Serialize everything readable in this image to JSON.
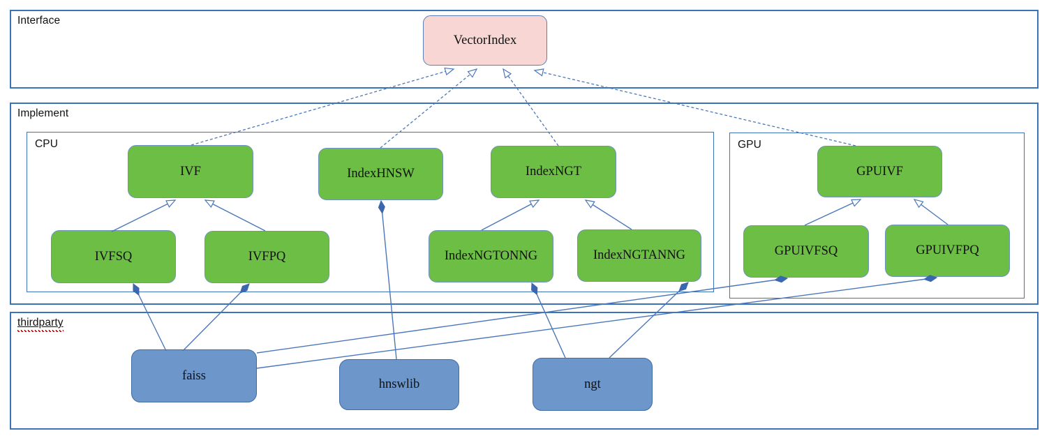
{
  "diagram": {
    "groups": {
      "interface": {
        "label": "Interface"
      },
      "implement": {
        "label": "Implement"
      },
      "cpu": {
        "label": "CPU"
      },
      "gpu": {
        "label": "GPU"
      },
      "thirdparty": {
        "label": "thirdparty",
        "has_spellcheck_underline": true
      }
    },
    "nodes": {
      "vectorindex": {
        "label": "VectorIndex",
        "layer": "interface"
      },
      "ivf": {
        "label": "IVF",
        "layer": "implement/cpu"
      },
      "indexhnsw": {
        "label": "IndexHNSW",
        "layer": "implement/cpu"
      },
      "indexngt": {
        "label": "IndexNGT",
        "layer": "implement/cpu"
      },
      "ivfsq": {
        "label": "IVFSQ",
        "layer": "implement/cpu"
      },
      "ivfpq": {
        "label": "IVFPQ",
        "layer": "implement/cpu"
      },
      "indexngtonng": {
        "label": "IndexNGTONNG",
        "layer": "implement/cpu"
      },
      "indexngtanng": {
        "label": "IndexNGTANNG",
        "layer": "implement/cpu"
      },
      "gpuivf": {
        "label": "GPUIVF",
        "layer": "implement/gpu"
      },
      "gpuivfsq": {
        "label": "GPUIVFSQ",
        "layer": "implement/gpu"
      },
      "gpuivfpq": {
        "label": "GPUIVFPQ",
        "layer": "implement/gpu"
      },
      "faiss": {
        "label": "faiss",
        "layer": "thirdparty"
      },
      "hnswlib": {
        "label": "hnswlib",
        "layer": "thirdparty"
      },
      "ngt": {
        "label": "ngt",
        "layer": "thirdparty"
      }
    },
    "edges": [
      {
        "from": "IVF",
        "to": "VectorIndex",
        "type": "realization",
        "line": "dashed",
        "head": "hollow-triangle"
      },
      {
        "from": "IndexHNSW",
        "to": "VectorIndex",
        "type": "realization",
        "line": "dashed",
        "head": "hollow-triangle"
      },
      {
        "from": "IndexNGT",
        "to": "VectorIndex",
        "type": "realization",
        "line": "dashed",
        "head": "hollow-triangle"
      },
      {
        "from": "GPUIVF",
        "to": "VectorIndex",
        "type": "realization",
        "line": "dashed",
        "head": "hollow-triangle"
      },
      {
        "from": "IVFSQ",
        "to": "IVF",
        "type": "generalization",
        "line": "solid",
        "head": "hollow-triangle"
      },
      {
        "from": "IVFPQ",
        "to": "IVF",
        "type": "generalization",
        "line": "solid",
        "head": "hollow-triangle"
      },
      {
        "from": "IndexNGTONNG",
        "to": "IndexNGT",
        "type": "generalization",
        "line": "solid",
        "head": "hollow-triangle"
      },
      {
        "from": "IndexNGTANNG",
        "to": "IndexNGT",
        "type": "generalization",
        "line": "solid",
        "head": "hollow-triangle"
      },
      {
        "from": "GPUIVFSQ",
        "to": "GPUIVF",
        "type": "generalization",
        "line": "solid",
        "head": "hollow-triangle"
      },
      {
        "from": "GPUIVFPQ",
        "to": "GPUIVF",
        "type": "generalization",
        "line": "solid",
        "head": "hollow-triangle"
      },
      {
        "from": "faiss",
        "to": "IVFSQ",
        "type": "composition",
        "line": "solid",
        "head": "filled-diamond"
      },
      {
        "from": "faiss",
        "to": "IVFPQ",
        "type": "composition",
        "line": "solid",
        "head": "filled-diamond"
      },
      {
        "from": "faiss",
        "to": "GPUIVFSQ",
        "type": "composition",
        "line": "solid",
        "head": "filled-diamond"
      },
      {
        "from": "faiss",
        "to": "GPUIVFPQ",
        "type": "composition",
        "line": "solid",
        "head": "filled-diamond"
      },
      {
        "from": "hnswlib",
        "to": "IndexHNSW",
        "type": "composition",
        "line": "solid",
        "head": "filled-diamond"
      },
      {
        "from": "ngt",
        "to": "IndexNGTONNG",
        "type": "composition",
        "line": "solid",
        "head": "filled-diamond"
      },
      {
        "from": "ngt",
        "to": "IndexNGTANNG",
        "type": "composition",
        "line": "solid",
        "head": "filled-diamond"
      }
    ],
    "colors": {
      "interface_node_fill": "#f8d6d3",
      "implement_node_fill": "#6cbe45",
      "thirdparty_node_fill": "#6d96cb",
      "pink_node_border": "#5d7fb5",
      "green_node_border": "#7093bd",
      "blue_node_border": "#3e6ca3",
      "container_border": "#3b72b8",
      "connector": "#4a77bb",
      "composition_diamond_fill": "#3a67ae",
      "spellcheck_wave": "#d40000"
    }
  }
}
